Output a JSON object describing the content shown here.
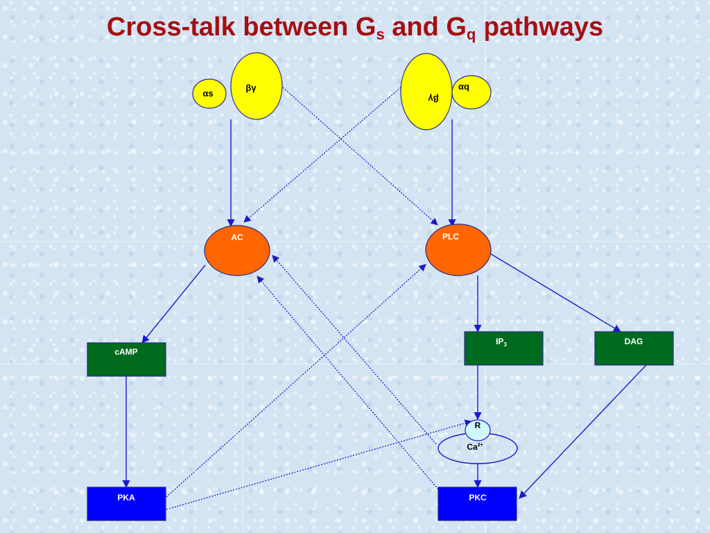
{
  "title": {
    "main": "Cross-talk between G",
    "sub1": "s",
    "mid": " and G",
    "sub2": "q",
    "end": " pathways"
  },
  "labels": {
    "alpha_s": "αs",
    "beta_gamma_left": "βγ",
    "beta_gamma_right": "βγ",
    "alpha_q": "αq",
    "ac": "AC",
    "plc": "PLC",
    "camp": "cAMP",
    "ip3": "IP",
    "ip3_sub": "3",
    "dag": "DAG",
    "receptor": "R",
    "calcium": "Ca",
    "calcium_sup": "2+",
    "pka": "PKA",
    "pkc": "PKC"
  },
  "colors": {
    "title": "#a50f12",
    "g_protein": "#ffff00",
    "enzyme": "#ff6600",
    "second_messenger": "#006b1f",
    "kinase": "#0000ff",
    "arrow": "#1a1acc",
    "receptor": "#d0f7fb"
  }
}
